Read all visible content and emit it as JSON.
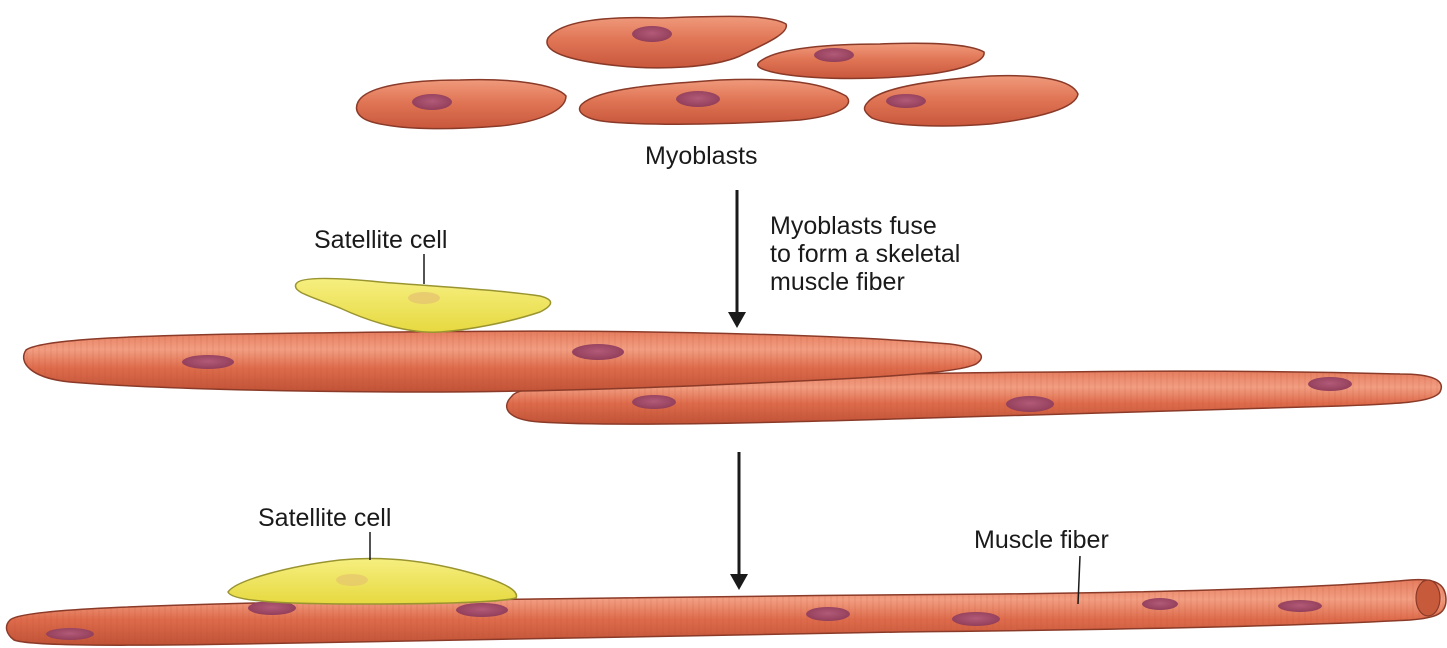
{
  "labels": {
    "myoblasts": "Myoblasts",
    "fuse_caption": [
      "Myoblasts fuse",
      "to form a skeletal",
      "muscle fiber"
    ],
    "satellite_cell_top": "Satellite cell",
    "satellite_cell_bottom": "Satellite cell",
    "muscle_fiber": "Muscle fiber"
  },
  "colors": {
    "background": "#ffffff",
    "cell_fill": "#e07858",
    "cell_stroke": "#8a3a28",
    "fiber_fill": "#dc6e4e",
    "fiber_highlight": "#f0a488",
    "nucleus": "#a54a68",
    "satellite_fill": "#f0e85a",
    "satellite_stroke": "#9a9430",
    "line": "#1a1a1a"
  },
  "stages": [
    {
      "name": "myoblasts",
      "cell_count": 5
    },
    {
      "name": "fusing-fibers",
      "fiber_count": 2
    },
    {
      "name": "muscle-fiber",
      "fiber_count": 1
    }
  ]
}
